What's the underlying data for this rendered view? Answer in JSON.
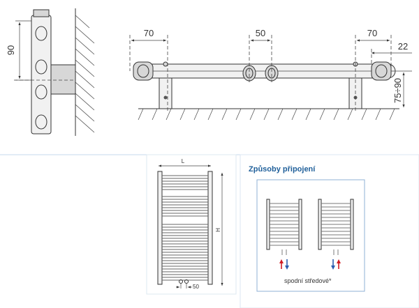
{
  "dimensions": {
    "top_left_height": "90",
    "top_left_spacing": "70",
    "top_middle_spacing": "50",
    "top_right_spacing": "70",
    "top_right_offset": "22",
    "top_right_height": "75÷90",
    "front_width": "L",
    "front_height": "H",
    "front_bottom_spacing": "50"
  },
  "connection_panel": {
    "title": "Způsoby připojení",
    "caption": "spodní středové*"
  },
  "colors": {
    "title_blue": "#1f5f9a",
    "arrow_red": "#d01c24",
    "arrow_blue": "#2b5db0",
    "panel_border": "#8fb1d6"
  }
}
